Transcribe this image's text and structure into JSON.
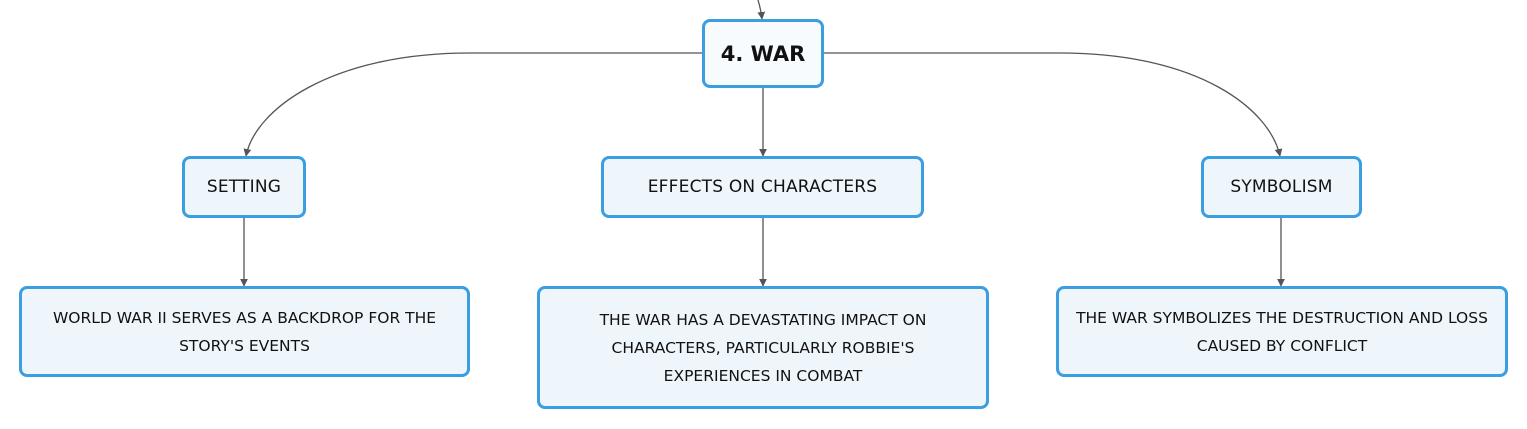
{
  "diagram": {
    "root": {
      "label": "4. WAR"
    },
    "branches": [
      {
        "label": "SETTING",
        "detail": "WORLD WAR II SERVES AS A BACKDROP FOR THE STORY'S EVENTS"
      },
      {
        "label": "EFFECTS ON CHARACTERS",
        "detail": "THE WAR HAS A DEVASTATING IMPACT ON CHARACTERS, PARTICULARLY ROBBIE'S EXPERIENCES IN COMBAT"
      },
      {
        "label": "SYMBOLISM",
        "detail": "THE WAR SYMBOLIZES THE DESTRUCTION AND LOSS CAUSED BY CONFLICT"
      }
    ]
  },
  "colors": {
    "node_border": "#3a9ee0",
    "node_fill": "#eef6fc",
    "connector": "#555555",
    "text": "#111111"
  }
}
